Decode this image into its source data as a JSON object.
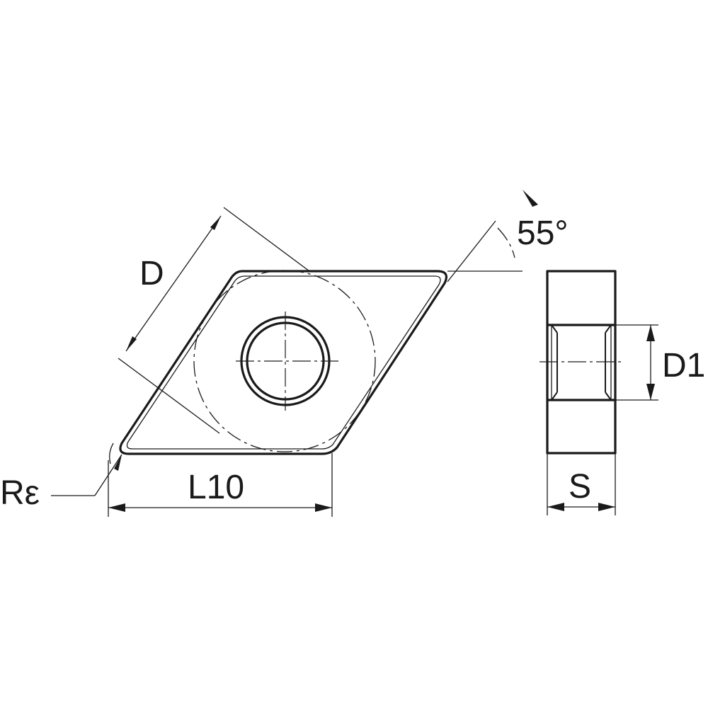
{
  "labels": {
    "inscribed_circle": "D",
    "angle": "55°",
    "corner_radius": "Rε",
    "edge_length": "L10",
    "hole_diameter": "D1",
    "thickness": "S"
  },
  "colors": {
    "line": "#1a1a1a",
    "background": "#ffffff"
  }
}
